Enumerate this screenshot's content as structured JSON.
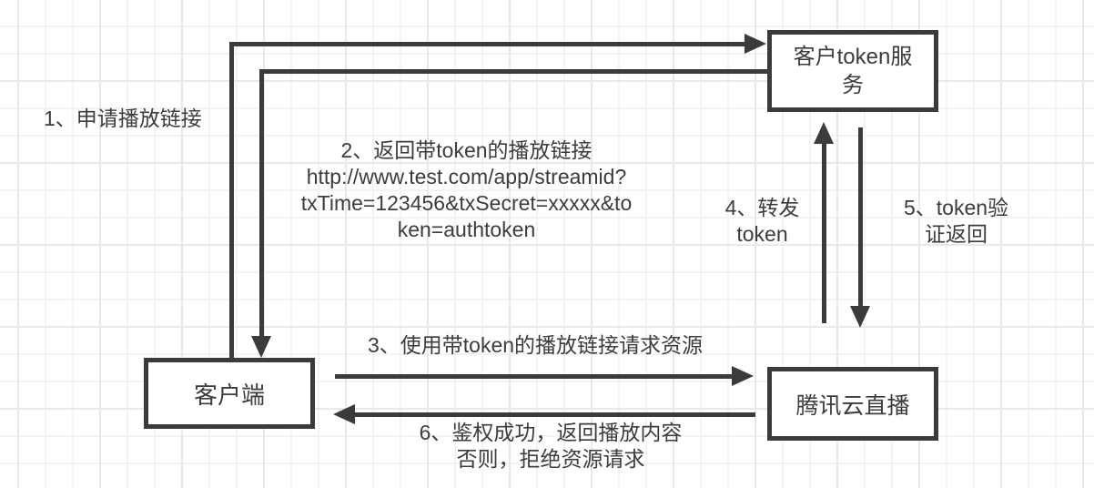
{
  "diagram": {
    "title": "token authenticated playback flow",
    "stroke_color": "#3b3b3b",
    "text_color": "#3c3c3c",
    "background_color": "#ffffff",
    "grid_minor_color": "#f3f3f3",
    "grid_major_color": "#e9e9e9",
    "nodes": {
      "token_service": {
        "label": "客户token服\n务"
      },
      "client": {
        "label": "客户端"
      },
      "tencent_live": {
        "label": "腾讯云直播"
      }
    },
    "labels": {
      "step1": "1、申请播放链接",
      "step2": "2、返回带token的播放链接\nhttp://www.test.com/app/streamid?\ntxTime=123456&txSecret=xxxxx&to\nken=authtoken",
      "step3": "3、使用带token的播放链接请求资源",
      "step4": "4、转发\ntoken",
      "step5": "5、token验\n证返回",
      "step6": "6、鉴权成功，返回播放内容\n否则，拒绝资源请求"
    }
  }
}
